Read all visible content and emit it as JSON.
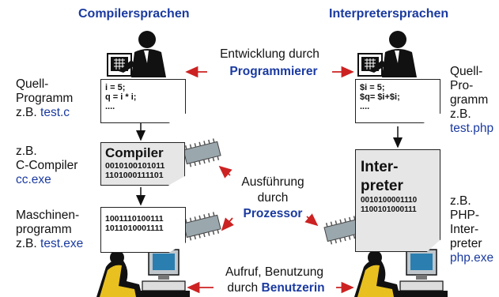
{
  "colors": {
    "arrow": "#cc2222",
    "blue": "#1a3aa0",
    "chip": "#9aa7ad",
    "box_grey": "#e6e6e6"
  },
  "headers": {
    "left": "Compilersprachen",
    "right": "Interpretersprachen"
  },
  "center": {
    "development_line1": "Entwicklung durch",
    "development_line2": "Programmierer",
    "execution_line1": "Ausführung",
    "execution_line2": "durch",
    "execution_line3": "Prozessor",
    "invocation_line1": "Aufruf, Benutzung",
    "invocation_prefix": "durch",
    "invocation_actor": "Benutzerin"
  },
  "left": {
    "source_label": [
      "Quell-",
      "Programm",
      "z.B."
    ],
    "source_example": "test.c",
    "source_code": [
      "i = 5;",
      "q = i * i;",
      "...."
    ],
    "compiler_label": [
      "z.B.",
      "C-Compiler"
    ],
    "compiler_example": "cc.exe",
    "compiler_title": "Compiler",
    "compiler_bits": [
      "0010100101011",
      "1101000111101"
    ],
    "machine_label": [
      "Maschinen-",
      "programm",
      "z.B."
    ],
    "machine_example": "test.exe",
    "machine_bits": [
      "1001110100111",
      "1011010001111"
    ]
  },
  "right": {
    "source_label": [
      "Quell-",
      "Pro-",
      "gramm",
      "z.B."
    ],
    "source_example": "test.php",
    "source_code": [
      "$i = 5;",
      "$q= $i+$i;",
      "...."
    ],
    "interpreter_label": [
      "z.B.",
      "PHP-",
      "Inter-",
      "preter"
    ],
    "interpreter_example": "php.exe",
    "interpreter_title_line1": "Inter-",
    "interpreter_title_line2": "preter",
    "interpreter_bits": [
      "0010100001110",
      "1100101000111"
    ]
  },
  "icons": [
    "programmer-icon",
    "processor-chip-icon",
    "user-at-computer-icon"
  ]
}
